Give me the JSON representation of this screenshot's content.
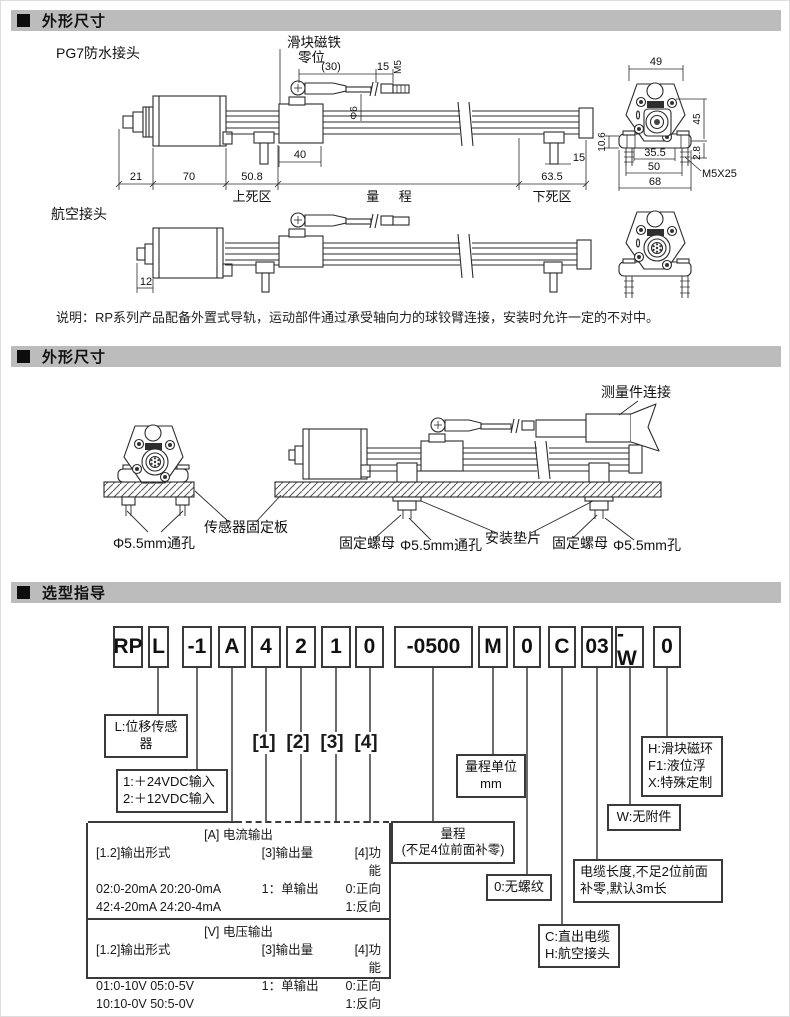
{
  "sections": {
    "s1_title": "外形尺寸",
    "s2_title": "外形尺寸",
    "s3_title": "选型指导"
  },
  "drawing1": {
    "label_connector": "PG7防水接头",
    "label_slider_magnet": "滑块磁铁",
    "label_zero": "零位",
    "dim_30": "(30)",
    "dim_15_rod": "15",
    "dim_m5": "M5",
    "dim_phi6": "Φ6",
    "dim_21": "21",
    "dim_70": "70",
    "dim_508": "50.8",
    "dim_40": "40",
    "label_upper_dead": "上死区",
    "label_range": "量 程",
    "label_lower_dead": "下死区",
    "dim_15_foot": "15",
    "dim_635": "63.5",
    "end_view": {
      "dim_49": "49",
      "dim_45": "45",
      "dim_106": "10.6",
      "dim_355": "35.5",
      "dim_50": "50",
      "dim_68": "68",
      "dim_28": "2.8",
      "dim_m5x25": "M5X25"
    }
  },
  "drawing2": {
    "label_connector": "航空接头",
    "dim_12": "12"
  },
  "note": "说明：RP系列产品配备外置式导轨，运动部件通过承受轴向力的球铰臂连接，安装时允许一定的不对中。",
  "installation": {
    "label_measure_connect": "测量件连接",
    "label_sensor_plate": "传感器固定板",
    "label_hole_left": "Φ5.5mm通孔",
    "label_fix_nut_left": "固定螺母",
    "label_hole_mid": "Φ5.5mm通孔",
    "label_washer": "安装垫片",
    "label_fix_nut_right": "固定螺母",
    "label_hole_right": "Φ5.5mm孔"
  },
  "selection": {
    "model_boxes": [
      "RP",
      "L",
      "-1",
      "A",
      "4",
      "2",
      "1",
      "0",
      "-0500",
      "M",
      "0",
      "C",
      "03",
      "-W",
      "0"
    ],
    "brackets": [
      "[1]",
      "[2]",
      "[3]",
      "[4]"
    ],
    "ann_l": "L:位移传感器",
    "ann_power_1": "1:＋24VDC输入",
    "ann_power_2": "2:＋12VDC输入",
    "ann_range_unit_1": "量程单位",
    "ann_range_unit_2": "mm",
    "ann_range_1": "量程",
    "ann_range_2": "(不足4位前面补零)",
    "ann_thread": "0:无螺纹",
    "ann_cable_1": "电缆长度,不足2位前面",
    "ann_cable_2": "补零,默认3m长",
    "ann_w": "W:无附件",
    "ann_outlet_1": "C:直出电缆",
    "ann_outlet_2": "H:航空接头",
    "ann_acc_1": "H:滑块磁环",
    "ann_acc_2": "F1:液位浮",
    "ann_acc_3": "X:特殊定制",
    "table": {
      "a_title": "[A]  电流输出",
      "v_title": "[V]  电压输出",
      "col1": "[1.2]输出形式",
      "col2": "[3]输出量",
      "col3": "[4]功能",
      "a_r1c1": "02:0-20mA 20:20-0mA",
      "a_r1c2": "1：单输出",
      "a_r1c3": "0:正向",
      "a_r2c1": "42:4-20mA 24:20-4mA",
      "a_r2c3": "1:反向",
      "v_r1c1": "01:0-10V 05:0-5V",
      "v_r1c2": "1：单输出",
      "v_r1c3": "0:正向",
      "v_r2c1": "10:10-0V 50:5-0V",
      "v_r2c3": "1:反向"
    }
  }
}
